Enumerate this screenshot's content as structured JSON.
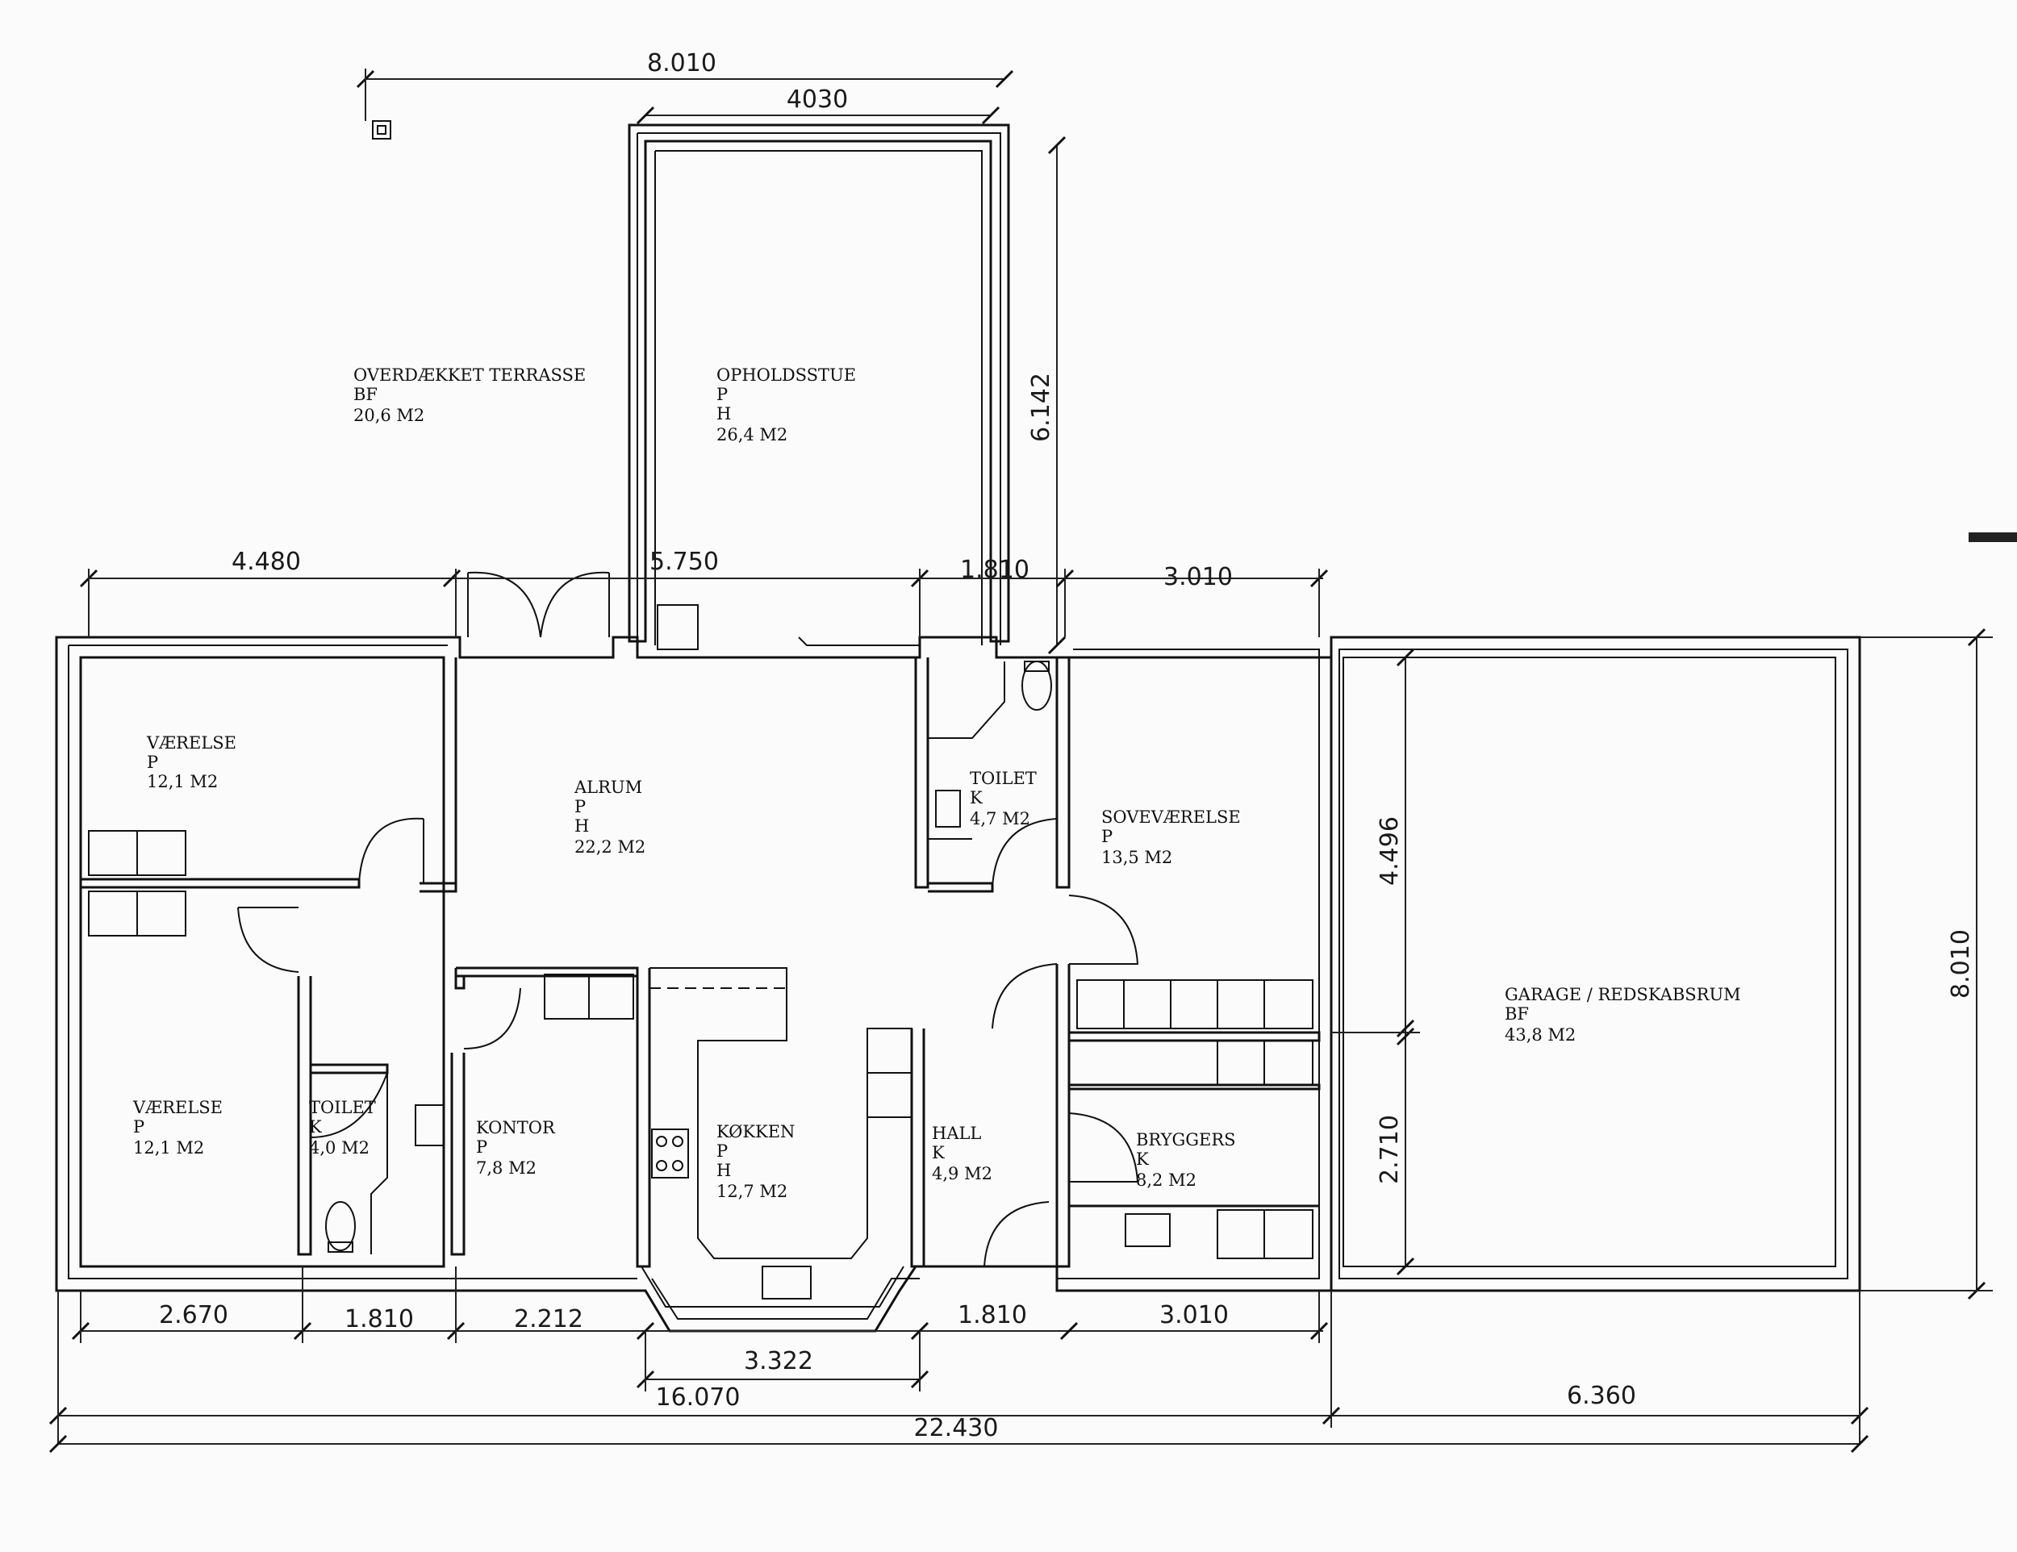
{
  "rooms": {
    "terrace": {
      "name": "OVERDÆKKET TERRASSE",
      "code": "BF",
      "area": "20,6 M2"
    },
    "living": {
      "name": "OPHOLDSSTUE",
      "code1": "P",
      "code2": "H",
      "area": "26,4 M2"
    },
    "bedroom1": {
      "name": "VÆRELSE",
      "code": "P",
      "area": "12,1 M2"
    },
    "alrum": {
      "name": "ALRUM",
      "code1": "P",
      "code2": "H",
      "area": "22,2 M2"
    },
    "toilet1": {
      "name": "TOILET",
      "code": "K",
      "area": "4,7 M2"
    },
    "master": {
      "name": "SOVEVÆRELSE",
      "code": "P",
      "area": "13,5 M2"
    },
    "garage": {
      "name": "GARAGE / REDSKABSRUM",
      "code": "BF",
      "area": "43,8 M2"
    },
    "bedroom2": {
      "name": "VÆRELSE",
      "code": "P",
      "area": "12,1 M2"
    },
    "toilet2": {
      "name": "TOILET",
      "code": "K",
      "area": "4,0 M2"
    },
    "office": {
      "name": "KONTOR",
      "code": "P",
      "area": "7,8 M2"
    },
    "kitchen": {
      "name": "KØKKEN",
      "code1": "P",
      "code2": "H",
      "area": "12,7 M2"
    },
    "hall": {
      "name": "HALL",
      "code": "K",
      "area": "4,9 M2"
    },
    "utility": {
      "name": "BRYGGERS",
      "code": "K",
      "area": "8,2 M2"
    }
  },
  "dimensions": {
    "top_total": "8.010",
    "top_living": "4030",
    "living_depth": "6.142",
    "upper_a": "4.480",
    "upper_b": "5.750",
    "upper_c": "1.810",
    "upper_d": "3.010",
    "garage_upper": "4.496",
    "garage_lower": "2.710",
    "garage_total": "8.010",
    "lower_a": "2.670",
    "lower_b": "1.810",
    "lower_c": "2.212",
    "lower_d": "3.322",
    "lower_e": "1.810",
    "lower_f": "3.010",
    "main_width": "16.070",
    "garage_width": "6.360",
    "overall": "22.430"
  }
}
